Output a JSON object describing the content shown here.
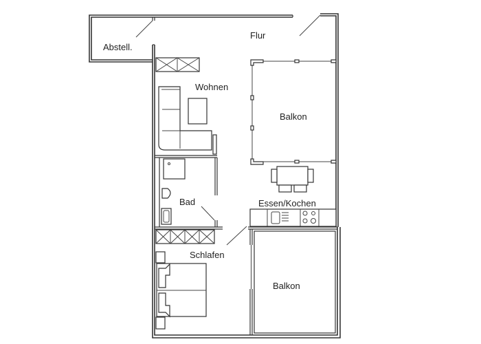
{
  "floorplan": {
    "rooms": {
      "abstell": "Abstell.",
      "flur": "Flur",
      "wohnen": "Wohnen",
      "balkon_top": "Balkon",
      "bad": "Bad",
      "essen_kochen": "Essen/Kochen",
      "schlafen": "Schlafen",
      "balkon_bottom": "Balkon"
    },
    "colors": {
      "line": "#333333",
      "background": "#ffffff"
    }
  }
}
